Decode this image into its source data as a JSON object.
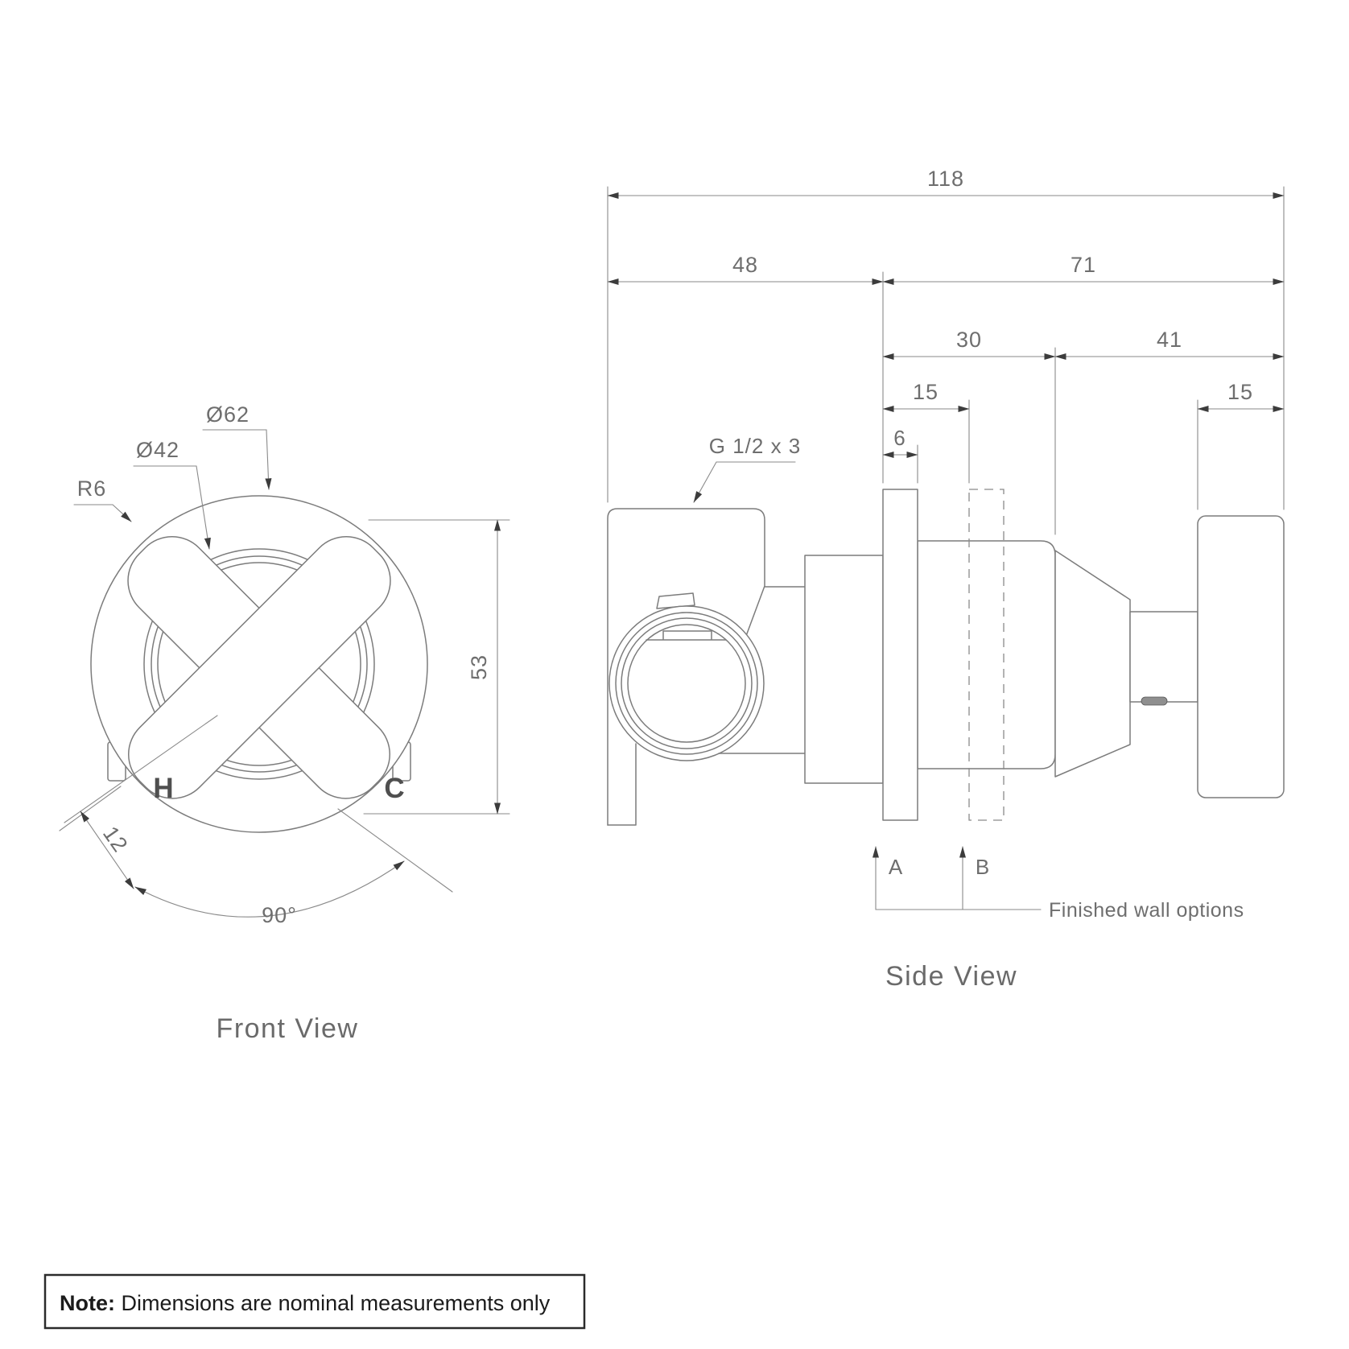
{
  "front": {
    "title": "Front View",
    "dia_outer": "Ø62",
    "dia_inner": "Ø42",
    "radius": "R6",
    "hot": "H",
    "cold": "C",
    "height": "53",
    "arm_width": "12",
    "angle": "90°"
  },
  "side": {
    "title": "Side View",
    "d118": "118",
    "d48": "48",
    "d71": "71",
    "d30": "30",
    "d41": "41",
    "d15_wall": "15",
    "d6": "6",
    "d15_handle": "15",
    "thread": "G 1/2 x 3",
    "wall_a": "A",
    "wall_b": "B",
    "finished_wall": "Finished wall options"
  },
  "note": {
    "label": "Note:",
    "text": " Dimensions are nominal measurements only"
  },
  "colors": {
    "structure_line": "#7c7c7c",
    "dimension_line": "#8a8a8a",
    "dimension_text": "#6e6e6e",
    "arrow": "#3c3c3c",
    "hc_letters": "#4f4f4f",
    "note_text": "#1b1b1b",
    "note_border": "#2b2b2b",
    "background": "#ffffff"
  }
}
